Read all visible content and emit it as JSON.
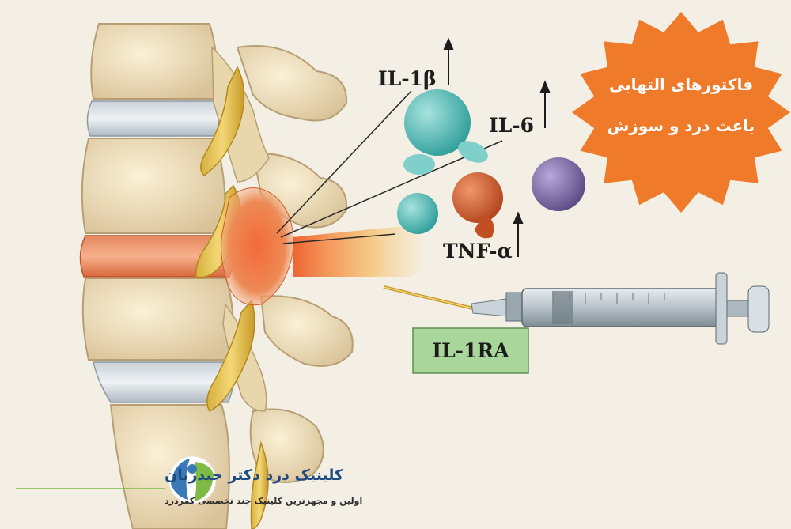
{
  "labels": {
    "il1b": "IL-1β",
    "il6": "IL-6",
    "tnf": "TNF-α",
    "il1ra": "IL-1RA"
  },
  "badge": {
    "line1": "فاکتورهای التهابی",
    "line2": "باعث درد و سوزش",
    "color": "#ef7a2a"
  },
  "logo": {
    "name": "کلینیک درد دکتر حیدریان",
    "tagline": "اولین و مجهزترین کلینیک چند تخصصی کمردرد"
  },
  "colors": {
    "background": "#f3efe4",
    "il1ra_box": "#a9d79b",
    "inflammation": "#e8663a",
    "teal": "#5bc2bd",
    "orange_molecule": "#d35a2a",
    "purple_molecule": "#7e6aa6"
  }
}
